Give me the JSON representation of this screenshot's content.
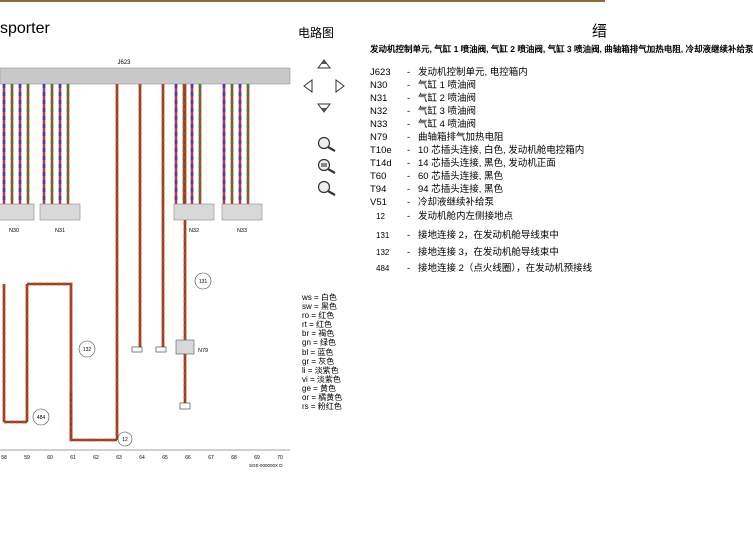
{
  "header": {
    "title": "sporter",
    "diagram_label": "电路图",
    "edge_char": "缙"
  },
  "schematic": {
    "control_unit_label": "J623",
    "component_labels": [
      "N30",
      "N31",
      "N32",
      "N33",
      "N79"
    ],
    "ground_points": [
      "131",
      "484",
      "132",
      "12"
    ],
    "track_numbers": [
      "58",
      "59",
      "60",
      "61",
      "62",
      "63",
      "64",
      "65",
      "66",
      "67",
      "68",
      "69",
      "70"
    ],
    "footer_code": "SGE-000000X D"
  },
  "legend": {
    "heading": "发动机控制单元, 气缸 1 喷油阀, 气缸 2 喷油阀, 气缸 3 喷油阀, 曲轴箱排气加热电阻, 冷却液继续补给泵",
    "items": [
      {
        "code": "J623",
        "desc": "发动机控制单元, 电控箱内"
      },
      {
        "code": "N30",
        "desc": "气缸 1 喷油阀"
      },
      {
        "code": "N31",
        "desc": "气缸 2 喷油阀"
      },
      {
        "code": "N32",
        "desc": "气缸 3 喷油阀"
      },
      {
        "code": "N33",
        "desc": "气缸 4 喷油阀"
      },
      {
        "code": "N79",
        "desc": "曲轴箱排气加热电阻"
      },
      {
        "code": "T10e",
        "desc": "10 芯插头连接, 白色, 发动机舱电控箱内"
      },
      {
        "code": "T14d",
        "desc": "14 芯插头连接, 黑色, 发动机正面"
      },
      {
        "code": "T60",
        "desc": "60 芯插头连接, 黑色"
      },
      {
        "code": "T94",
        "desc": "94 芯插头连接, 黑色"
      },
      {
        "code": "V51",
        "desc": "冷却液继续补给泵"
      },
      {
        "code": "12",
        "desc": "发动机舱内左侧接地点"
      },
      {
        "code": "131",
        "desc": "接地连接 2，在发动机舱导线束中"
      },
      {
        "code": "132",
        "desc": "接地连接 3，在发动机舱导线束中"
      },
      {
        "code": "484",
        "desc": "接地连接 2（点火线圈），在发动机预接线"
      }
    ]
  },
  "wire_colors": [
    {
      "code": "ws",
      "name": "白色"
    },
    {
      "code": "sw",
      "name": "黑色"
    },
    {
      "code": "ro",
      "name": "红色"
    },
    {
      "code": "rt",
      "name": "红色"
    },
    {
      "code": "br",
      "name": "褐色"
    },
    {
      "code": "gn",
      "name": "绿色"
    },
    {
      "code": "bl",
      "name": "蓝色"
    },
    {
      "code": "gr",
      "name": "灰色"
    },
    {
      "code": "li",
      "name": "淡紫色"
    },
    {
      "code": "vi",
      "name": "淡紫色"
    },
    {
      "code": "ge",
      "name": "黄色"
    },
    {
      "code": "or",
      "name": "橘黄色"
    },
    {
      "code": "rs",
      "name": "粉红色"
    }
  ],
  "colors": {
    "wire_red": "#c0392b",
    "wire_brown": "#8b4513",
    "wire_blue": "#3b3bd6",
    "wire_green": "#2e8b2e",
    "wire_yellow": "#e8d000",
    "bar_gray": "#c8c8c8",
    "top_rule": "#8a6d3b"
  }
}
